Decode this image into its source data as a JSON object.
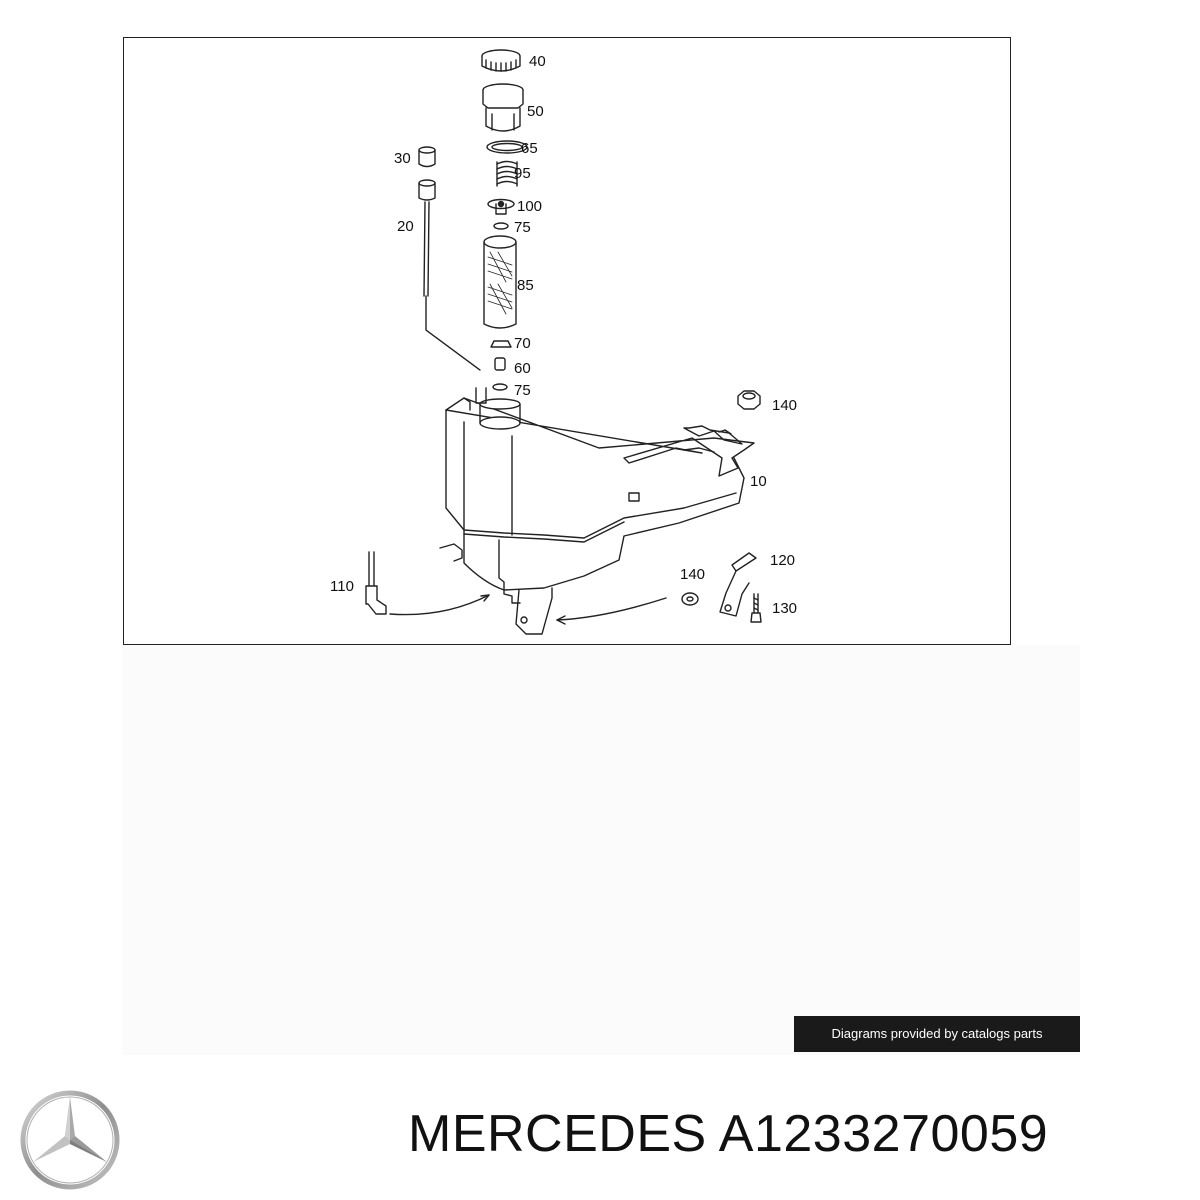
{
  "diagram": {
    "callouts": {
      "p40": "40",
      "p50": "50",
      "p65": "65",
      "p95": "95",
      "p100": "100",
      "p75a": "75",
      "p85": "85",
      "p70": "70",
      "p60": "60",
      "p75b": "75",
      "p30": "30",
      "p20": "20",
      "p140a": "140",
      "p10": "10",
      "p120": "120",
      "p140b": "140",
      "p130": "130",
      "p110": "110"
    }
  },
  "credit": {
    "text": "Diagrams provided by catalogs parts"
  },
  "brand": {
    "logo_icon": "mercedes-star-icon",
    "title": "MERCEDES A1233270059"
  }
}
